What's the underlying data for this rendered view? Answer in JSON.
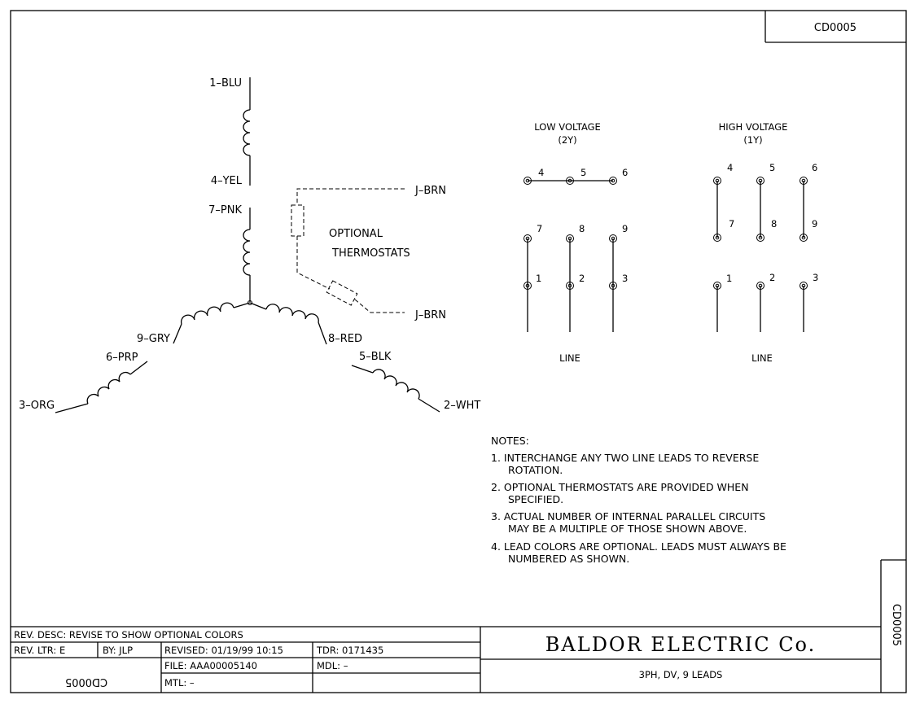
{
  "drawing_number": "CD0005",
  "windings": {
    "lead_1": "1–BLU",
    "lead_4": "4–YEL",
    "lead_7": "7–PNK",
    "lead_9": "9–GRY",
    "lead_6": "6–PRP",
    "lead_3": "3–ORG",
    "lead_8": "8–RED",
    "lead_5": "5–BLK",
    "lead_2": "2–WHT"
  },
  "thermostats": {
    "label_line1": "OPTIONAL",
    "label_line2": "THERMOSTATS",
    "lead_top": "J–BRN",
    "lead_bottom": "J–BRN"
  },
  "low_voltage": {
    "title": "LOW VOLTAGE",
    "subtitle": "(2Y)",
    "terminals": [
      "4",
      "5",
      "6",
      "7",
      "8",
      "9",
      "1",
      "2",
      "3"
    ],
    "line_label": "LINE"
  },
  "high_voltage": {
    "title": "HIGH VOLTAGE",
    "subtitle": "(1Y)",
    "terminals": [
      "4",
      "5",
      "6",
      "7",
      "8",
      "9",
      "1",
      "2",
      "3"
    ],
    "line_label": "LINE"
  },
  "notes": {
    "heading": "NOTES:",
    "n1_a": "1. INTERCHANGE ANY TWO LINE LEADS TO REVERSE",
    "n1_b": "ROTATION.",
    "n2_a": "2. OPTIONAL THERMOSTATS ARE PROVIDED WHEN",
    "n2_b": "SPECIFIED.",
    "n3_a": "3. ACTUAL NUMBER OF INTERNAL PARALLEL CIRCUITS",
    "n3_b": "MAY BE A MULTIPLE OF THOSE SHOWN ABOVE.",
    "n4_a": "4. LEAD COLORS ARE OPTIONAL.  LEADS MUST ALWAYS BE",
    "n4_b": "NUMBERED AS SHOWN."
  },
  "title_block": {
    "rev_desc": "REV. DESC:  REVISE TO SHOW OPTIONAL COLORS",
    "rev_ltr": "REV. LTR:  E",
    "by": "BY:  JLP",
    "revised": "REVISED: 01/19/99 10:15",
    "tdr": "TDR: 0171435",
    "file": "FILE: AAA00005140",
    "mdl": "MDL: –",
    "mtl": "MTL: –",
    "company": "BALDOR  ELECTRIC  Co.",
    "description": "3PH, DV, 9 LEADS"
  }
}
